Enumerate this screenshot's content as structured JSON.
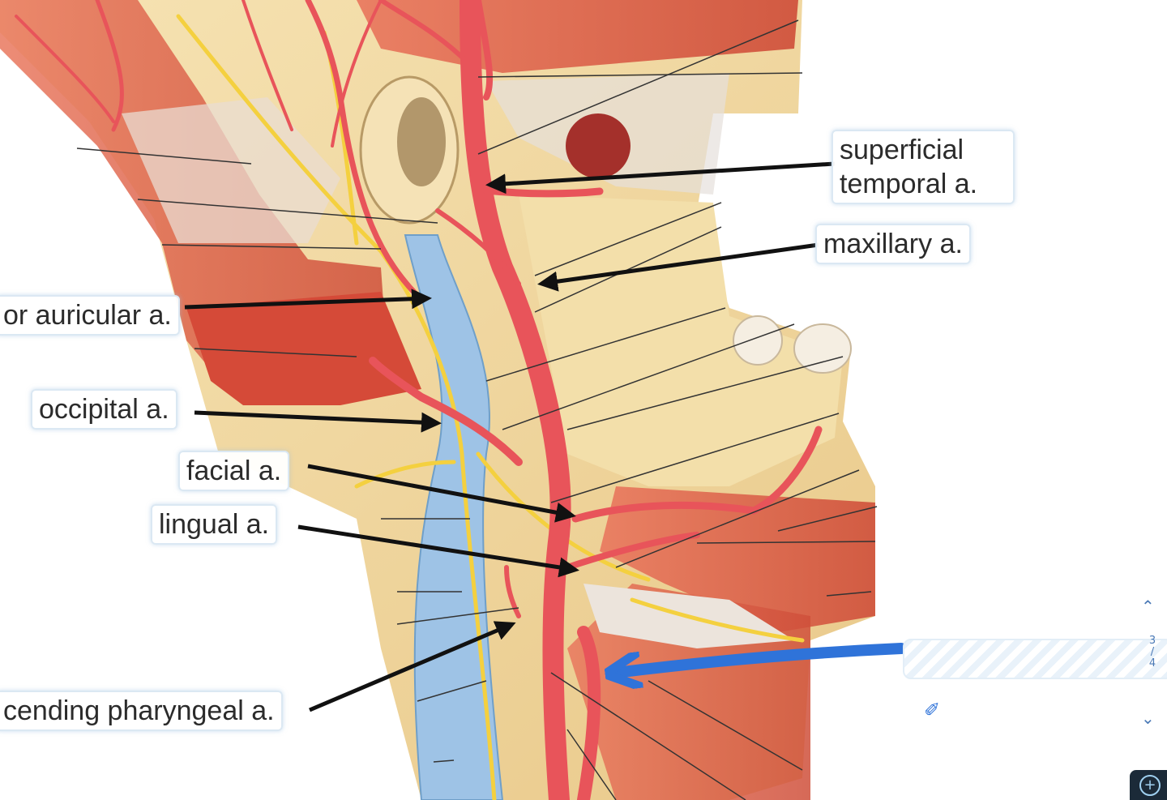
{
  "labels": {
    "superficial_temporal": "superficial temporal a.",
    "maxillary": "maxillary a.",
    "posterior_auricular": "or auricular a.",
    "occipital": "occipital a.",
    "facial": "facial a.",
    "lingual": "lingual a.",
    "ascending_pharyngeal": "cending pharyngeal a."
  },
  "pager": {
    "current": "3",
    "separator": "/",
    "total": "4"
  },
  "icons": {
    "up": "chevron-up-icon",
    "down": "chevron-down-icon",
    "pen": "pen-icon",
    "zoom": "zoom-in-icon"
  },
  "colors": {
    "artery": "#e8545a",
    "muscle": "#d9604a",
    "bone": "#f2d9a0",
    "vein": "#9ec3e6",
    "nerve": "#f4d03f",
    "pointer_line": "#111111",
    "blue_arrow": "#2f73d9"
  }
}
